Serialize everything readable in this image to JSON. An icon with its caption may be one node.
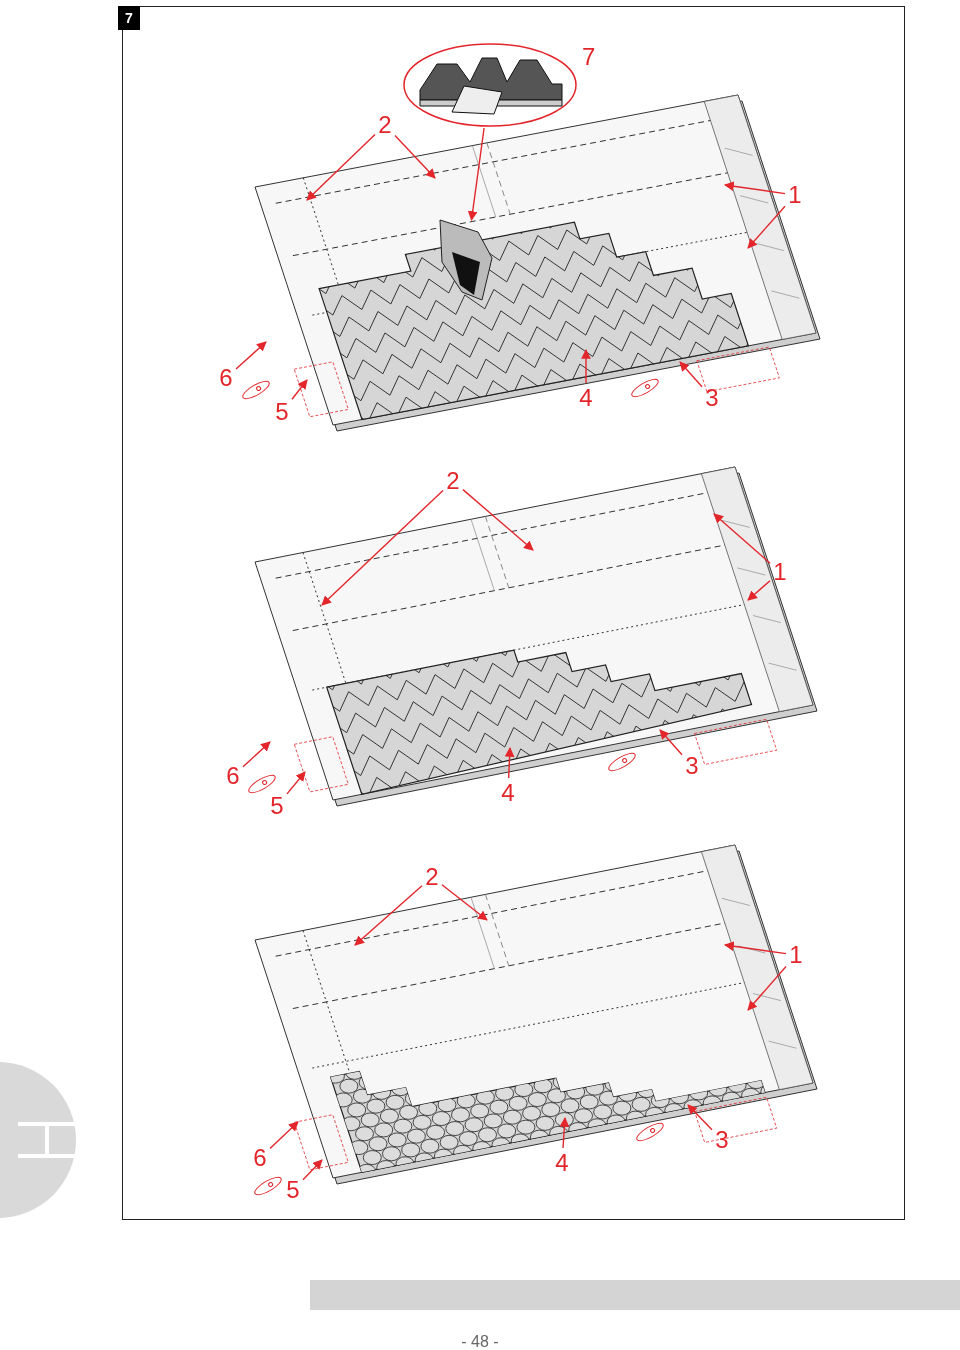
{
  "diagram": {
    "nodes": [
      {
        "text": [],
        "shape": "circle",
        "beside": [
          "7"
        ]
      },
      {
        "text": [
          "2"
        ]
      },
      {
        "text": [
          "1"
        ]
      },
      {
        "text": [
          "6"
        ]
      },
      {
        "text": [
          "5"
        ]
      },
      {
        "text": [
          "4"
        ]
      },
      {
        "text": [
          "3"
        ]
      },
      {
        "text": [
          "2"
        ]
      },
      {
        "text": [
          "1"
        ]
      },
      {
        "text": [
          "6"
        ]
      },
      {
        "text": [
          "5"
        ]
      },
      {
        "text": [
          "4"
        ]
      },
      {
        "text": [
          "3"
        ]
      },
      {
        "text": [
          "2"
        ]
      },
      {
        "text": [
          "1"
        ]
      },
      {
        "text": [
          "6"
        ]
      },
      {
        "text": [
          "5"
        ]
      },
      {
        "text": [
          "4"
        ]
      },
      {
        "text": [
          "3"
        ]
      },
      {
        "text": [],
        "shape": "picture"
      }
    ],
    "edges": [
      {
        "from": 0,
        "to": 19,
        "arrow": "to"
      },
      {
        "from": 1,
        "to": null,
        "arrow": "to"
      },
      {
        "from": 1,
        "to": null,
        "arrow": "to"
      },
      {
        "from": 2,
        "to": null,
        "arrow": "to"
      },
      {
        "from": 2,
        "to": null,
        "arrow": "to"
      },
      {
        "from": 3,
        "to": null,
        "arrow": "to"
      },
      {
        "from": 4,
        "to": null,
        "arrow": "to"
      },
      {
        "from": 5,
        "to": null,
        "arrow": "to"
      },
      {
        "from": 6,
        "to": null,
        "arrow": "to"
      },
      {
        "from": 7,
        "to": null,
        "arrow": "to"
      },
      {
        "from": 7,
        "to": null,
        "arrow": "to"
      },
      {
        "from": 8,
        "to": null,
        "arrow": "to"
      },
      {
        "from": 8,
        "to": null,
        "arrow": "to"
      },
      {
        "from": 9,
        "to": null,
        "arrow": "to"
      },
      {
        "from": 10,
        "to": null,
        "arrow": "to"
      },
      {
        "from": 11,
        "to": null,
        "arrow": "to"
      },
      {
        "from": 12,
        "to": null,
        "arrow": "to"
      },
      {
        "from": 13,
        "to": null,
        "arrow": "to"
      },
      {
        "from": 13,
        "to": null,
        "arrow": "to"
      },
      {
        "from": 14,
        "to": null,
        "arrow": "to"
      },
      {
        "from": 14,
        "to": null,
        "arrow": "to"
      },
      {
        "from": 15,
        "to": null,
        "arrow": "to"
      },
      {
        "from": 16,
        "to": null,
        "arrow": "to"
      },
      {
        "from": 17,
        "to": null,
        "arrow": "to"
      },
      {
        "from": 18,
        "to": null,
        "arrow": "to"
      }
    ],
    "labels": [
      "7",
      "- 48 -"
    ]
  }
}
